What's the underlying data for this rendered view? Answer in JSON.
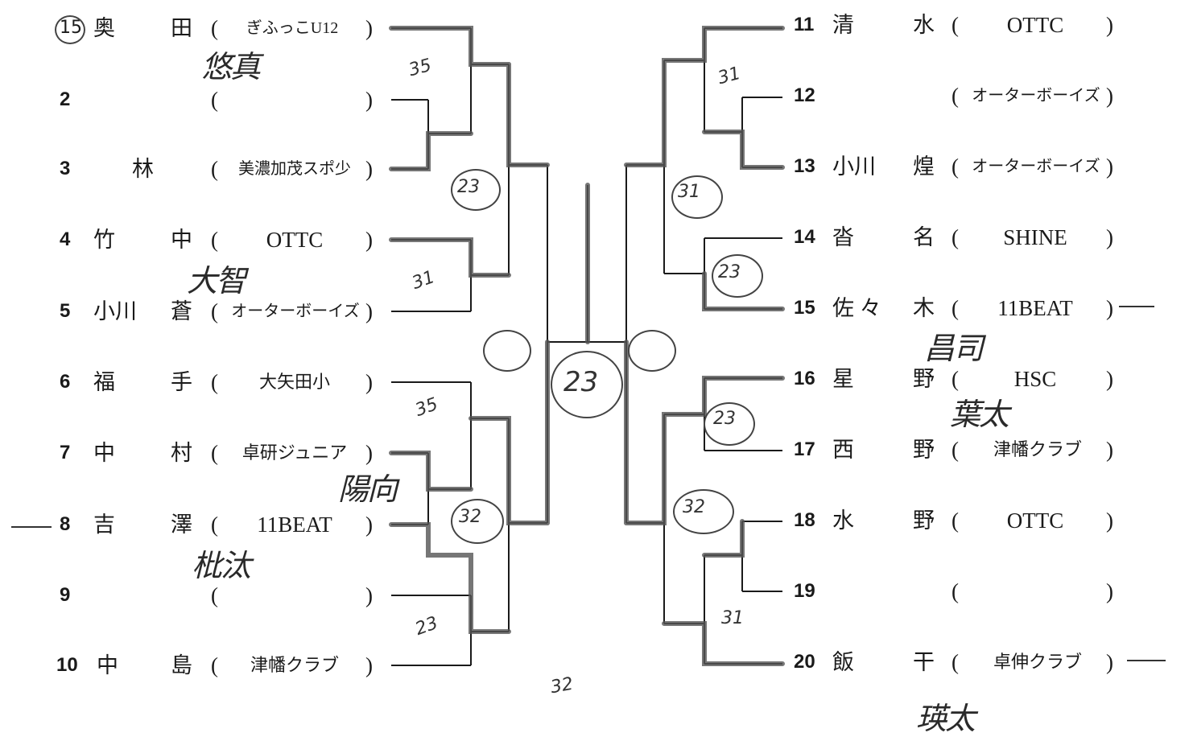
{
  "left": [
    {
      "num": "15",
      "circled": true,
      "surname": "奥",
      "given": "田",
      "open": "(",
      "club": "ぎふっこU12",
      "close": ")"
    },
    {
      "num": "2",
      "surname": "",
      "given": "",
      "open": "(",
      "club": "",
      "close": ")"
    },
    {
      "num": "3",
      "surname": "林",
      "given": "",
      "open": "(",
      "club": "美濃加茂スポ少",
      "close": ")"
    },
    {
      "num": "4",
      "surname": "竹",
      "given": "中",
      "open": "(",
      "club": "OTTC",
      "close": ")"
    },
    {
      "num": "5",
      "surname": "小川",
      "given": "蒼",
      "open": "(",
      "club": "オーターボーイズ",
      "close": ")"
    },
    {
      "num": "6",
      "surname": "福",
      "given": "手",
      "open": "(",
      "club": "大矢田小",
      "close": ")"
    },
    {
      "num": "7",
      "surname": "中",
      "given": "村",
      "open": "(",
      "club": "卓研ジュニア",
      "close": ")"
    },
    {
      "num": "8",
      "surname": "吉",
      "given": "澤",
      "open": "(",
      "club": "11BEAT",
      "close": ")"
    },
    {
      "num": "9",
      "surname": "",
      "given": "",
      "open": "(",
      "club": "",
      "close": ")"
    },
    {
      "num": "10",
      "surname": "中",
      "given": "島",
      "open": "(",
      "club": "津幡クラブ",
      "close": ")"
    }
  ],
  "right": [
    {
      "num": "11",
      "surname": "清",
      "given": "水",
      "open": "(",
      "club": "OTTC",
      "close": ")"
    },
    {
      "num": "12",
      "surname": "",
      "given": "",
      "open": "(",
      "club": "オーターボーイズ",
      "close": ")"
    },
    {
      "num": "13",
      "surname": "小川",
      "given": "煌",
      "open": "(",
      "club": "オーターボーイズ",
      "close": ")"
    },
    {
      "num": "14",
      "surname": "沓",
      "given": "名",
      "open": "(",
      "club": "SHINE",
      "close": ")"
    },
    {
      "num": "15",
      "surname": "佐 々",
      "given": "木",
      "open": "(",
      "club": "11BEAT",
      "close": ")"
    },
    {
      "num": "16",
      "surname": "星",
      "given": "野",
      "open": "(",
      "club": "HSC",
      "close": ")"
    },
    {
      "num": "17",
      "surname": "西",
      "given": "野",
      "open": "(",
      "club": "津幡クラブ",
      "close": ")"
    },
    {
      "num": "18",
      "surname": "水",
      "given": "野",
      "open": "(",
      "club": "OTTC",
      "close": ")"
    },
    {
      "num": "19",
      "surname": "",
      "given": "",
      "open": "(",
      "club": "",
      "close": ")"
    },
    {
      "num": "20",
      "surname": "飯",
      "given": "干",
      "open": "(",
      "club": "卓伸クラブ",
      "close": ")"
    }
  ],
  "handwritten_names": [
    "悠真",
    "大智",
    "陽向",
    "枇汰",
    "昌司",
    "葉太",
    "瑛太"
  ],
  "scores": [
    "35",
    "31",
    "35",
    "23",
    "31",
    "23",
    "32",
    "23",
    "31",
    "23",
    "32",
    "31",
    "23",
    "32"
  ],
  "colors": {
    "ink": "#1a1a1a",
    "bracket_win": "#555555",
    "bracket_line": "#1a1a1a"
  }
}
